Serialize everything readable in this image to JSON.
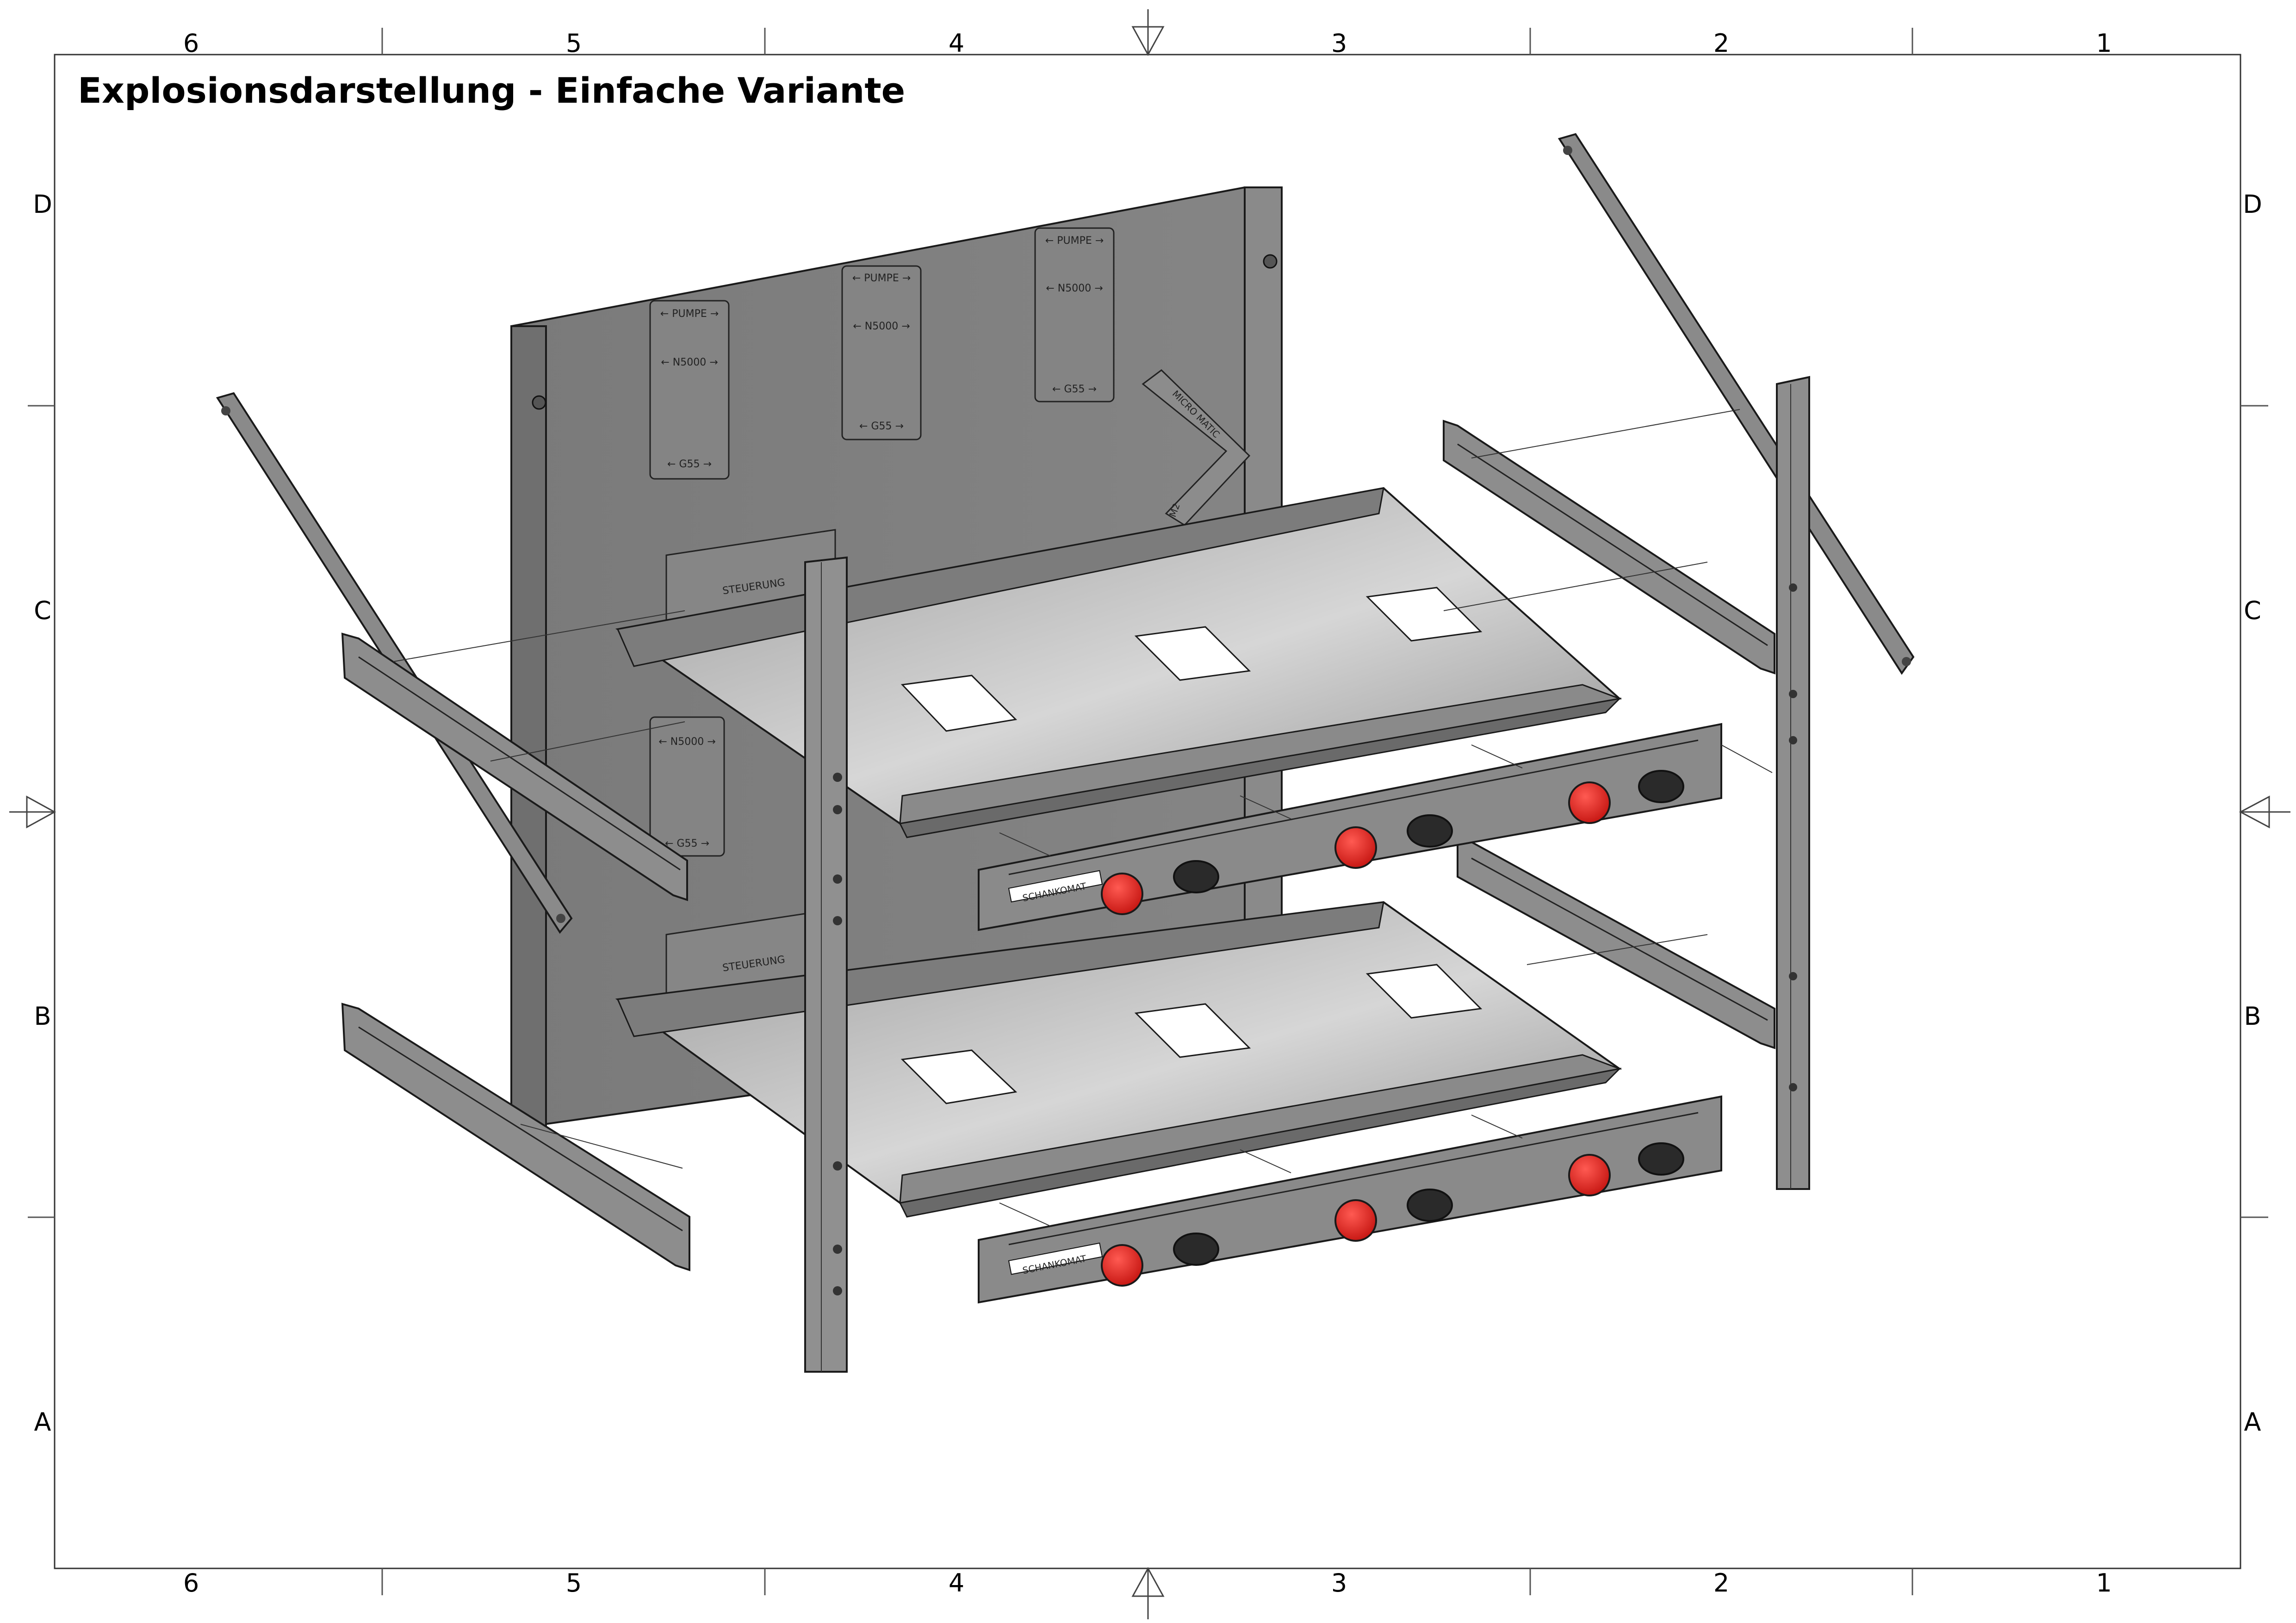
{
  "title": "Explosionsdarstellung - Einfache Variante",
  "frame": {
    "columns": [
      "6",
      "5",
      "4",
      "3",
      "2",
      "1"
    ],
    "rows": [
      "D",
      "C",
      "B",
      "A"
    ]
  },
  "engraving": {
    "pump_label": "← PUMPE →",
    "n5000_label": "← N5000 →",
    "g55_label": "← G55 →",
    "steuerung_label": "STEUERUNG",
    "micro_matic_label": "MICRO MATIC",
    "m2_label": "M2",
    "scale_label": "SCHANKOMAT"
  },
  "colors": {
    "metal_dark": "#7f7f7f",
    "metal_light": "#b4b4b4",
    "outline": "#1a1a1a",
    "tap_red": "#e0201c",
    "grommet": "#2a2a2a"
  }
}
